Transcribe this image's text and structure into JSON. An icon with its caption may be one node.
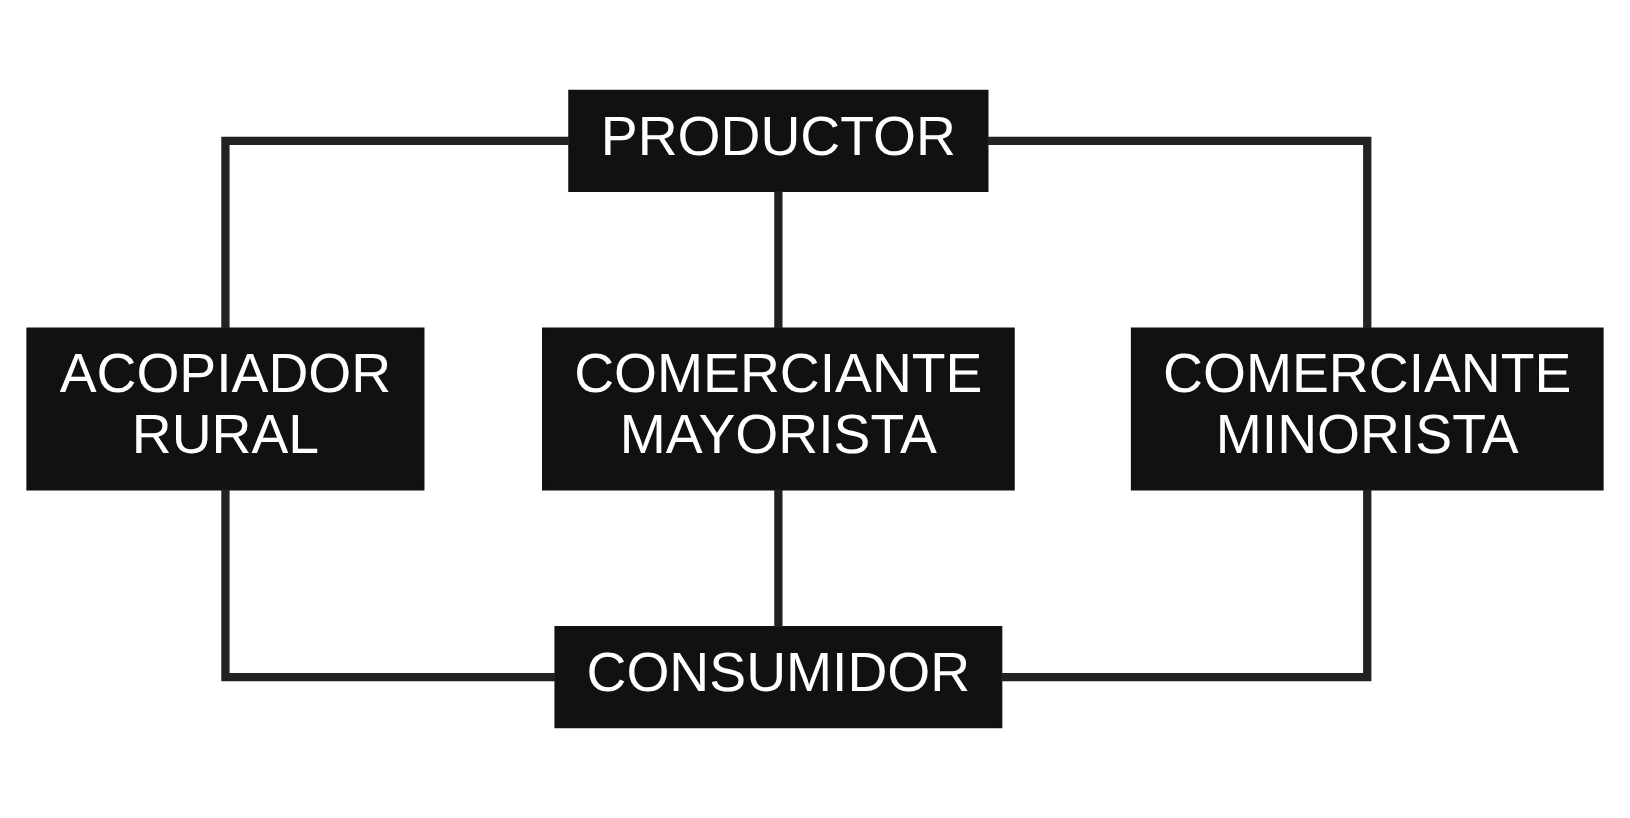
{
  "diagram": {
    "nodes": [
      {
        "text": [
          "PRODUCTOR"
        ]
      },
      {
        "text": [
          "ACOPIADOR RURAL"
        ]
      },
      {
        "text": [
          "COMERCIANTE MAYORISTA"
        ]
      },
      {
        "text": [
          "COMERCIANTE MINORISTA"
        ]
      },
      {
        "text": [
          "CONSUMIDOR"
        ]
      }
    ],
    "edges": [
      {
        "from": 0,
        "to": 1,
        "arrow": "none"
      },
      {
        "from": 0,
        "to": 2,
        "arrow": "none"
      },
      {
        "from": 0,
        "to": 3,
        "arrow": "none"
      },
      {
        "from": 1,
        "to": 4,
        "arrow": "none"
      },
      {
        "from": 2,
        "to": 4,
        "arrow": "none"
      },
      {
        "from": 3,
        "to": 4,
        "arrow": "none"
      }
    ]
  }
}
